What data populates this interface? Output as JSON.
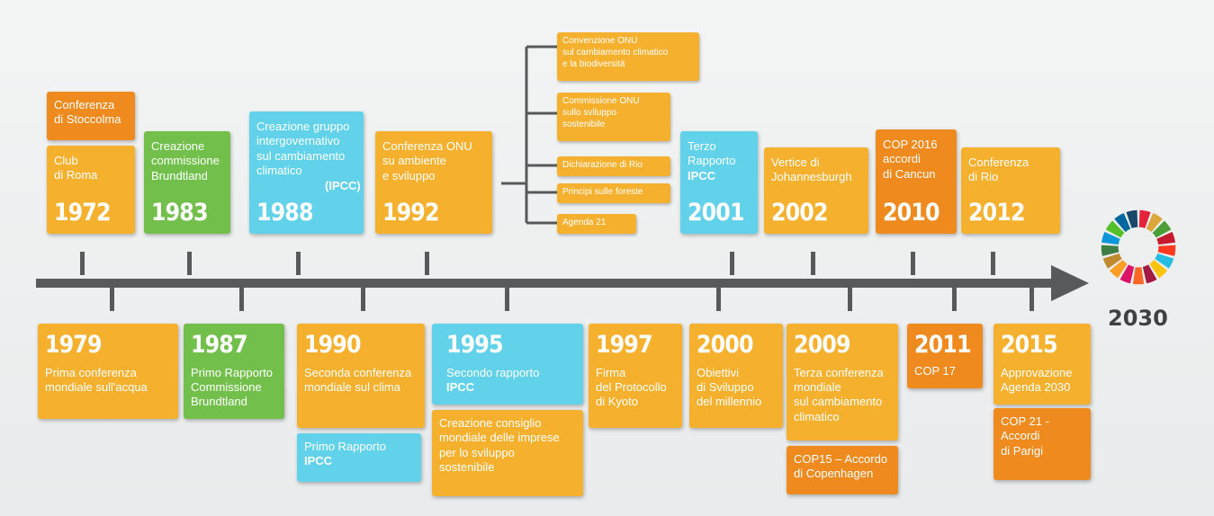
{
  "colors": {
    "yellow": "#f5b12e",
    "orange": "#ee8a1e",
    "green": "#72c04b",
    "cyan": "#62d2ea",
    "axis": "#58595b",
    "text_dark": "#3f4042"
  },
  "top_events": [
    {
      "year": "1972",
      "label": "Club\ndi Roma",
      "extra": "Conferenza\ndi Stoccolma"
    },
    {
      "year": "1983",
      "label": "Creazione\ncommissione\nBrundtland"
    },
    {
      "year": "1988",
      "label": "Creazione gruppo\nintergovernativo\nsul cambiamento\nclimatico",
      "label_bold": "(IPCC)"
    },
    {
      "year": "1992",
      "label": "Conferenza ONU\nsu ambiente\ne sviluppo"
    },
    {
      "year": "2001",
      "label": "Terzo\nRapporto",
      "label_bold": "IPCC"
    },
    {
      "year": "2002",
      "label": "Vertice di\nJohannesburgh"
    },
    {
      "year": "2010",
      "label": "COP 2016\naccordi\ndi Cancun"
    },
    {
      "year": "2012",
      "label": "Conferenza\ndi Rio"
    }
  ],
  "rio_outcomes": [
    "Convenzione ONU\nsul cambiamento climatico\ne la biodiversità",
    "Commissione ONU\nsullo sviluppo\nsostenibile",
    "Dichiarazione di Rio",
    "Principi sulle foreste",
    "Agenda 21"
  ],
  "bottom_events": [
    {
      "year": "1979",
      "label": "Prima conferenza\nmondiale sull'acqua"
    },
    {
      "year": "1987",
      "label": "Primo Rapporto\nCommissione\nBrundtland"
    },
    {
      "year": "1990",
      "label": "Seconda conferenza\nmondiale sul clima",
      "extra": "Primo Rapporto",
      "extra_bold": "IPCC"
    },
    {
      "year": "1995",
      "label": "Secondo rapporto",
      "label_bold": "IPCC",
      "extra": "Creazione consiglio\nmondiale delle imprese\nper lo sviluppo\nsostenibile"
    },
    {
      "year": "1997",
      "label": "Firma\ndel Protocollo\ndi Kyoto"
    },
    {
      "year": "2000",
      "label": "Obiettivi\ndi Sviluppo\ndel millennio"
    },
    {
      "year": "2009",
      "label": "Terza conferenza\nmondiale\nsul cambiamento\nclimatico",
      "extra": "COP15 – Accordo\ndi Copenhagen"
    },
    {
      "year": "2011",
      "label": "COP 17"
    },
    {
      "year": "2015",
      "label": "Approvazione\nAgenda 2030",
      "extra": "COP 21 -\nAccordi\ndi Parigi"
    }
  ],
  "end": {
    "year": "2030",
    "sdg_colors": [
      "#e5243b",
      "#dda63a",
      "#4c9f38",
      "#c5192d",
      "#ff3a21",
      "#26bde2",
      "#fcc30b",
      "#a21942",
      "#fd6925",
      "#dd1367",
      "#fd9d24",
      "#bf8b2e",
      "#3f7e44",
      "#0a97d9",
      "#56c02b",
      "#00689d",
      "#19486a"
    ]
  }
}
